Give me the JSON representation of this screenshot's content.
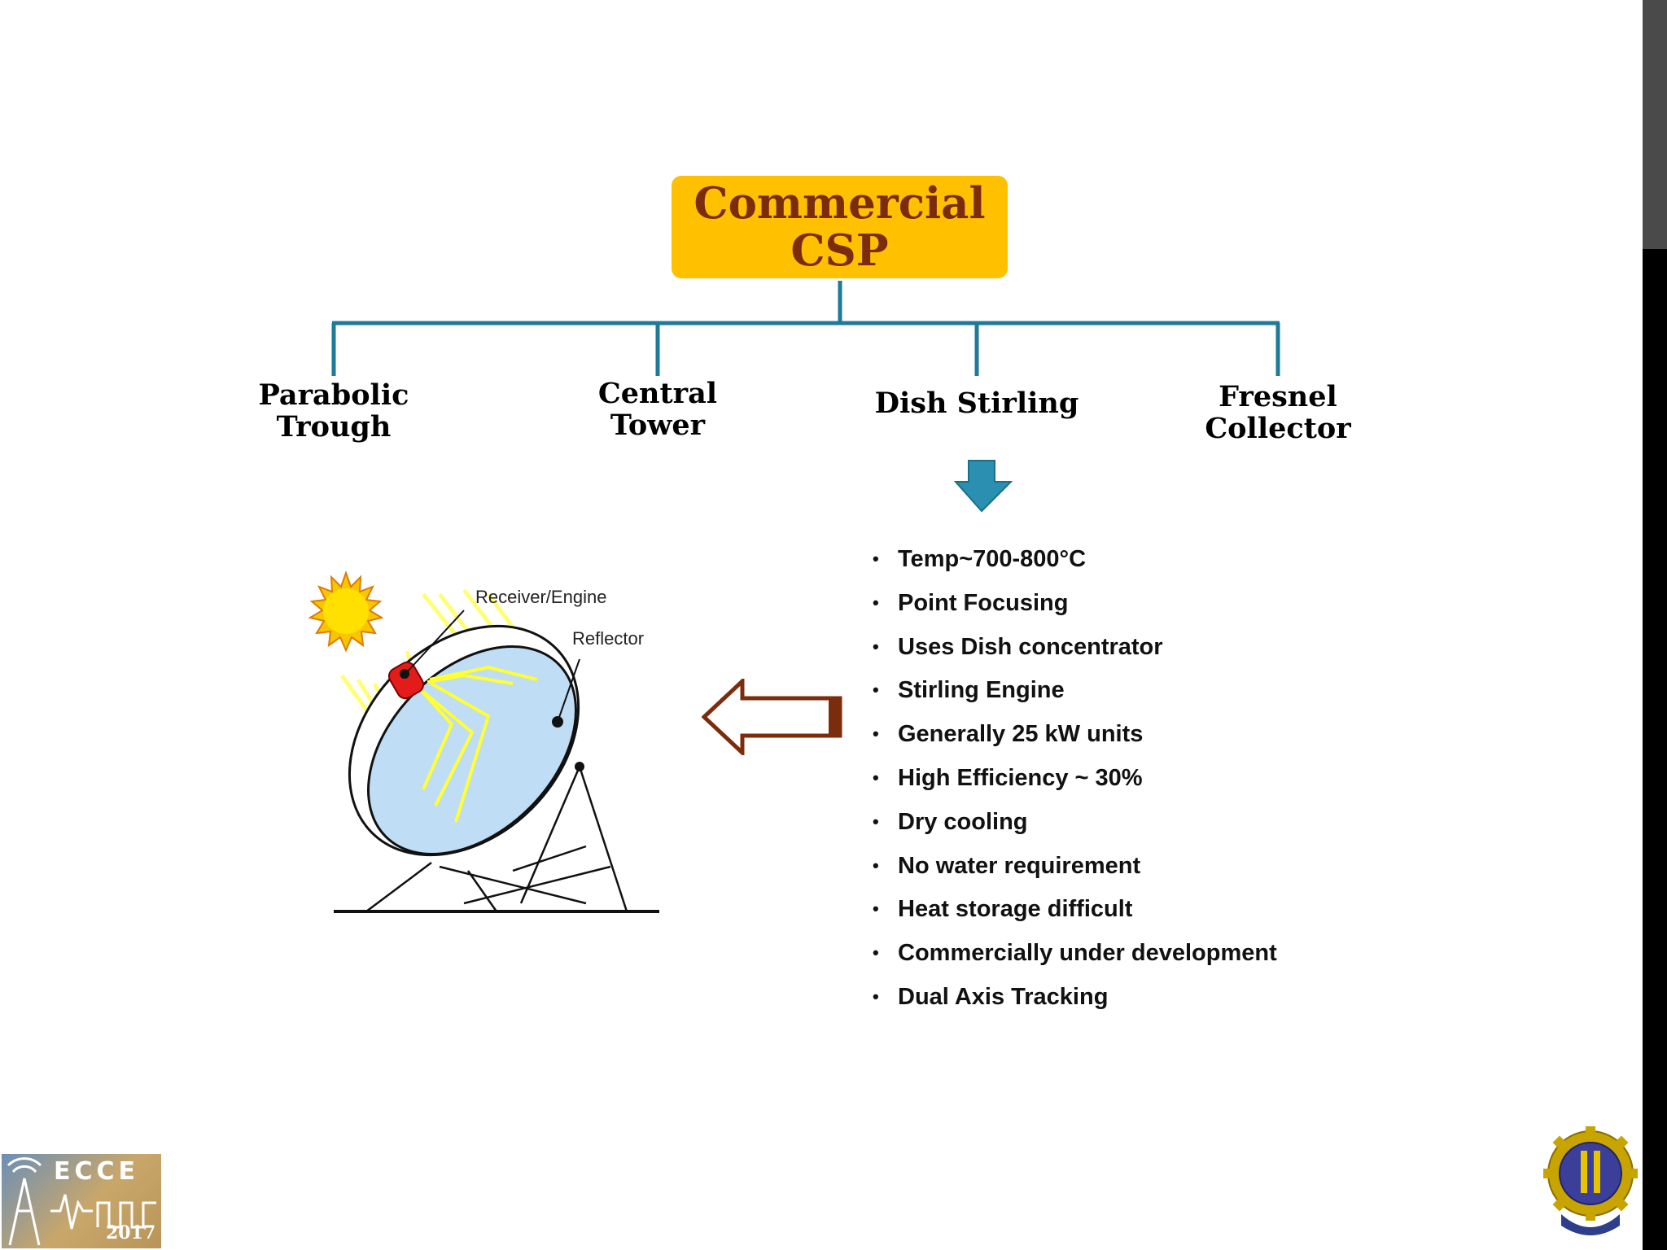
{
  "root": {
    "line1": "Commercial",
    "line2": "CSP"
  },
  "branches": [
    {
      "line1": "Parabolic",
      "line2": "Trough"
    },
    {
      "line1": "Central",
      "line2": "Tower"
    },
    {
      "line1": "Dish Stirling",
      "line2": ""
    },
    {
      "line1": "Fresnel",
      "line2": "Collector"
    }
  ],
  "illustration": {
    "receiver_label": "Receiver/Engine",
    "reflector_label": "Reflector"
  },
  "bullets": [
    "Temp~700-800°C",
    "Point Focusing",
    "Uses Dish concentrator",
    "Stirling Engine",
    "Generally 25 kW units",
    "High Efficiency ~ 30%",
    "Dry cooling",
    "No water requirement",
    "Heat storage difficult",
    "Commercially under development",
    "Dual Axis Tracking"
  ],
  "logos": {
    "ecce_text": "ECCE",
    "ecce_year": "2017"
  },
  "colors": {
    "root_fill": "#ffc000",
    "root_text": "#7b2c0c",
    "connector": "#1f7a99",
    "down_arrow": "#2a8fb0",
    "left_arrow": "#7b2c0c"
  }
}
